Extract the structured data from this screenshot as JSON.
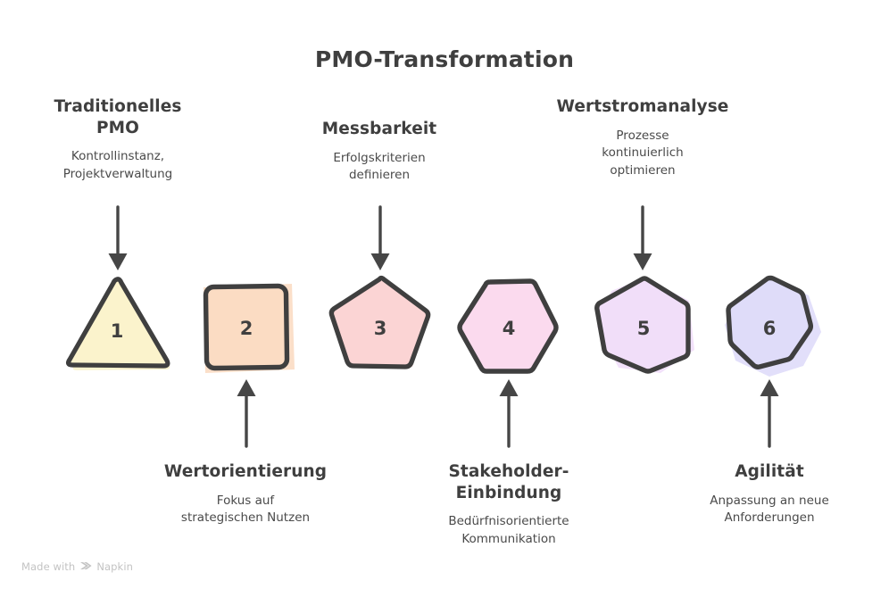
{
  "diagram": {
    "title": "PMO-Transformation",
    "type": "numbered-step-sequence",
    "step_count": 6,
    "colors": {
      "stroke": "#3f3f3f",
      "text": "#3f3f3f",
      "background": "#ffffff",
      "footer_text": "#c3c3c3"
    }
  },
  "steps": [
    {
      "number": "1",
      "shape": "triangle",
      "sides": 3,
      "fill": "#FBF3CC",
      "label": "Traditionelles\nPMO",
      "description": "Kontrollinstanz,\nProjektverwaltung",
      "label_position": "above",
      "arrow": "down"
    },
    {
      "number": "2",
      "shape": "square",
      "sides": 4,
      "fill": "#FBDCC3",
      "label": "Wertorientierung",
      "description": "Fokus auf\nstrategischen Nutzen",
      "label_position": "below",
      "arrow": "up"
    },
    {
      "number": "3",
      "shape": "pentagon",
      "sides": 5,
      "fill": "#FBD4D4",
      "label": "Messbarkeit",
      "description": "Erfolgskriterien\ndefinieren",
      "label_position": "above",
      "arrow": "down"
    },
    {
      "number": "4",
      "shape": "hexagon",
      "sides": 6,
      "fill": "#FBDAEE",
      "label": "Stakeholder-\nEinbindung",
      "description": "Bedürfnisorientierte\nKommunikation",
      "label_position": "below",
      "arrow": "up"
    },
    {
      "number": "5",
      "shape": "heptagon",
      "sides": 7,
      "fill": "#F1DEF9",
      "label": "Wertstromanalyse",
      "description": "Prozesse\nkontinuierlich\noptimieren",
      "label_position": "above",
      "arrow": "down"
    },
    {
      "number": "6",
      "shape": "nonagon",
      "sides": 9,
      "fill": "#DFDCF9",
      "label": "Agilität",
      "description": "Anpassung an neue\nAnforderungen",
      "label_position": "below",
      "arrow": "up"
    }
  ],
  "footer": {
    "prefix": "Made with",
    "brand": "Napkin",
    "logo_icon": "napkin-chevron-icon"
  }
}
